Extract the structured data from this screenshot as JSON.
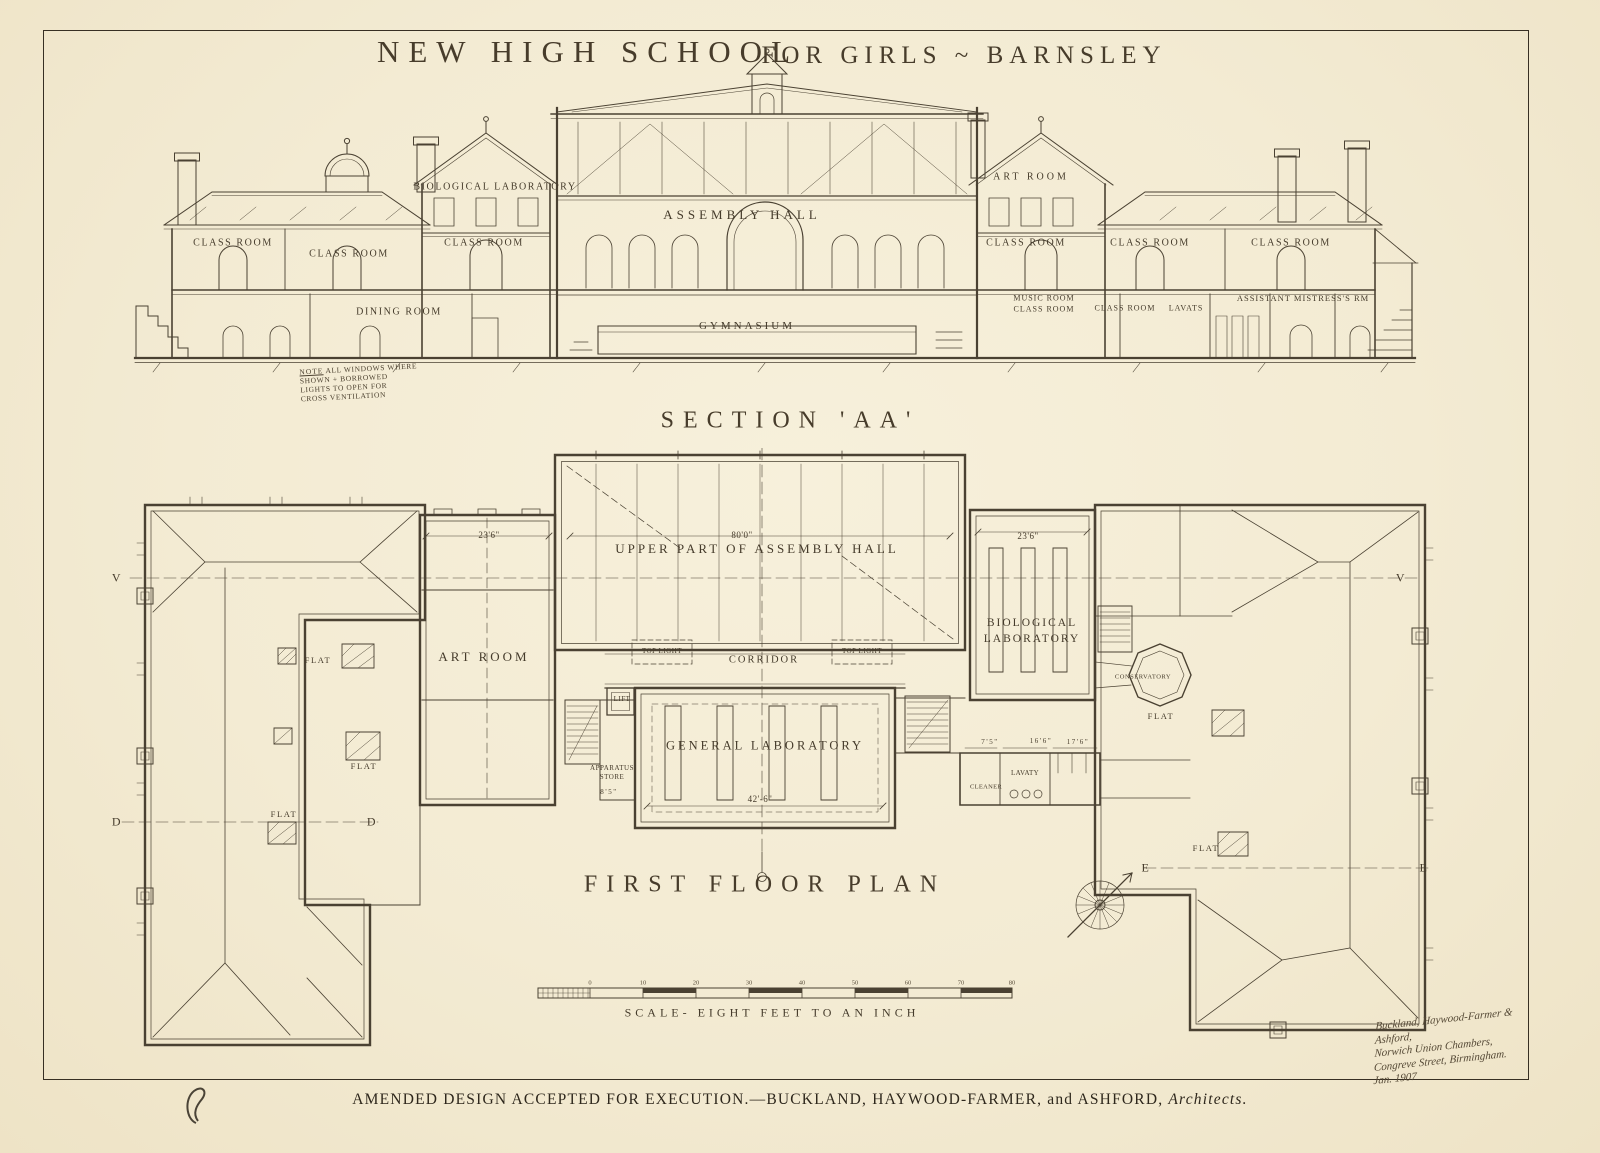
{
  "title": {
    "left": "NEW HIGH SCHOOL",
    "right": "FOR GIRLS ~ BARNSLEY"
  },
  "section": {
    "caption": "SECTION 'AA'",
    "labels": [
      "BIOLOGICAL LABORATORY",
      "ASSEMBLY HALL",
      "ART ROOM",
      "CLASS ROOM",
      "CLASS ROOM",
      "CLASS ROOM",
      "CLASS ROOM",
      "CLASS ROOM",
      "CLASS ROOM",
      "DINING ROOM",
      "GYMNASIUM",
      "MUSIC ROOM",
      "CLASS ROOM",
      "CLASS ROOM",
      "LAVATS",
      "ASSISTANT MISTRESS'S RM"
    ],
    "note": {
      "heading": "NOTE",
      "lines": [
        "ALL WINDOWS WHERE",
        "SHOWN + BORROWED",
        "LIGHTS TO OPEN FOR",
        "CROSS VENTILATION"
      ]
    }
  },
  "plan": {
    "caption": "FIRST FLOOR PLAN",
    "labels": [
      "UPPER PART OF ASSEMBLY HALL",
      "ART ROOM",
      "CORRIDOR",
      "GENERAL LABORATORY",
      "BIOLOGICAL",
      "LABORATORY",
      "CONSERVATORY",
      "TOP LIGHT",
      "TOP LIGHT",
      "LIFT",
      "APPARATUS",
      "STORE",
      "CLEANER",
      "LAVATY",
      "FLAT",
      "FLAT",
      "FLAT",
      "FLAT",
      "FLAT",
      "23'6\"",
      "80'0\"",
      "23'6\"",
      "42'-6\"",
      "8'5\"",
      "7'5\"",
      "16'6\"",
      "17'6\"",
      "V",
      "V",
      "D",
      "D",
      "E",
      "E"
    ]
  },
  "scale": {
    "caption": "SCALE- EIGHT FEET TO AN INCH",
    "ticks": [
      "0",
      "10",
      "20",
      "30",
      "40",
      "50",
      "60",
      "70",
      "80"
    ]
  },
  "signature": {
    "lines": [
      "Buckland, Haywood-Farmer & Ashford,",
      "Norwich Union Chambers,",
      "Congreve Street, Birmingham.",
      "Jan. 1907"
    ]
  },
  "footer": {
    "text1": "AMENDED DESIGN ACCEPTED FOR EXECUTION.—",
    "text2": "BUCKLAND, HAYWOOD-FARMER, and ASHFORD, ",
    "text3": "Architects."
  }
}
